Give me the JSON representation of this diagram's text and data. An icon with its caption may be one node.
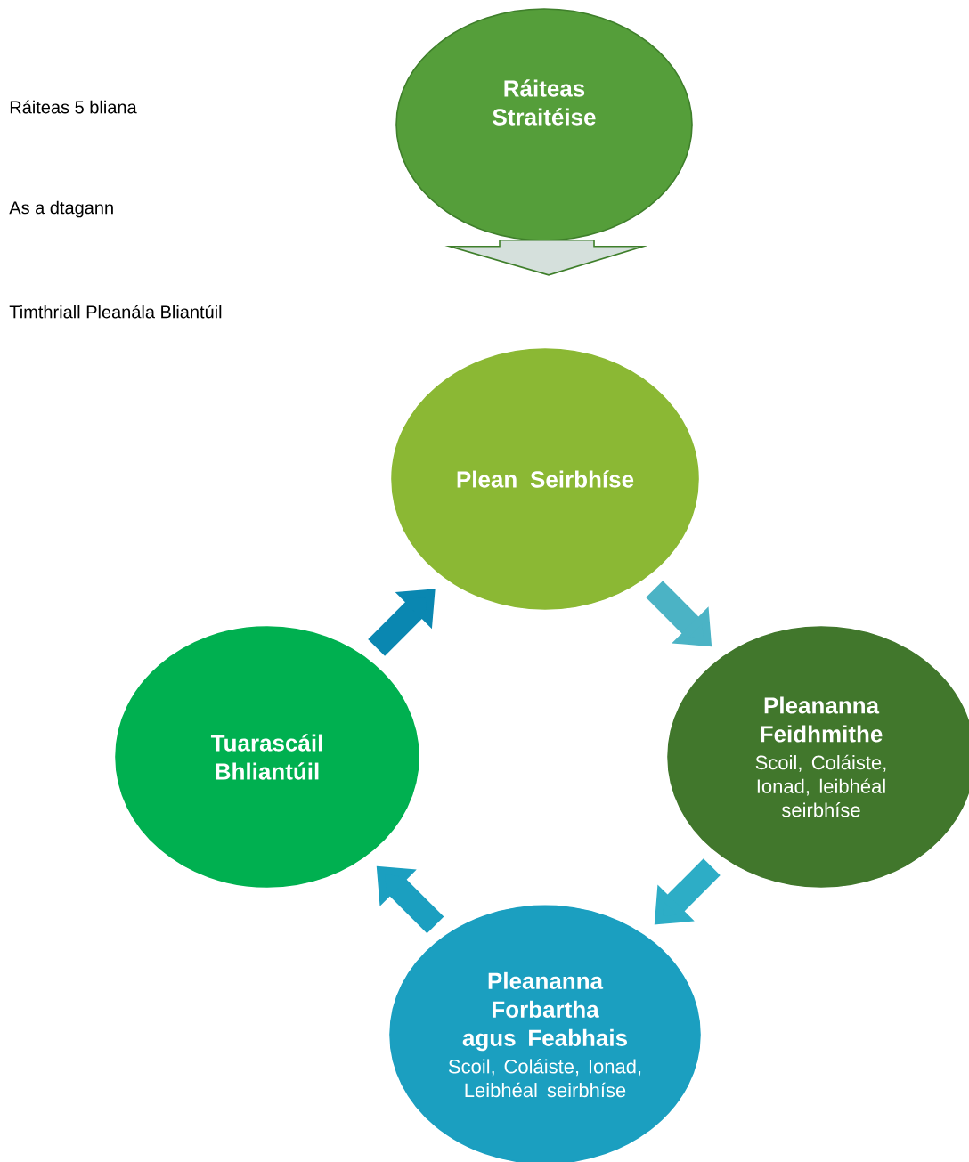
{
  "diagram": {
    "nodes": [
      {
        "text": [
          "Ráiteas Straitéise"
        ]
      },
      {
        "text": [
          "Plean Seirbhíse"
        ]
      },
      {
        "text": [
          "Pleananna Feidhmithe",
          "Scoil, Coláiste, Ionad, leibhéal seirbhíse"
        ]
      },
      {
        "text": [
          "Pleananna Forbartha agus Feabhais",
          "Scoil, Coláiste, Ionad, Leibhéal seirbhíse"
        ]
      },
      {
        "text": [
          "Tuarascáil Bhliantúil"
        ]
      }
    ],
    "edges": [
      {
        "from": 0,
        "to": null,
        "arrow": "to",
        "color": "#d5e0dc"
      },
      {
        "from": 1,
        "to": 2,
        "arrow": "to",
        "color": "#4bb3c5"
      },
      {
        "from": 2,
        "to": 3,
        "arrow": "to",
        "color": "#2dadc6"
      },
      {
        "from": 3,
        "to": 4,
        "arrow": "to",
        "color": "#1b9fc0"
      },
      {
        "from": 4,
        "to": 1,
        "arrow": "to",
        "color": "#0a87b1"
      }
    ],
    "labels": [
      "Ráiteas 5 bliana",
      "As a dtagann",
      "Timthriall Pleanála Bliantúil"
    ]
  }
}
